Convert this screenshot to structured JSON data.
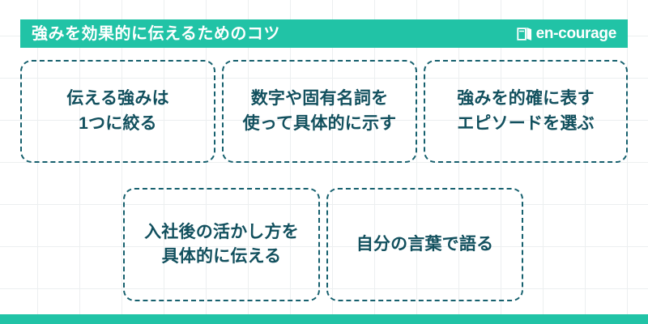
{
  "header": {
    "title": "強みを効果的に伝えるためのコツ",
    "brand_name": "en-courage",
    "brand_icon": "open-book-icon",
    "background_color": "#21c3a6",
    "text_color": "#ffffff"
  },
  "cards": [
    {
      "id": "card-1",
      "text": "伝える強みは\n1つに絞る"
    },
    {
      "id": "card-2",
      "text": "数字や固有名詞を\n使って具体的に示す"
    },
    {
      "id": "card-3",
      "text": "強みを的確に表す\nエピソードを選ぶ"
    },
    {
      "id": "card-4",
      "text": "入社後の活かし方を\n具体的に伝える"
    },
    {
      "id": "card-5",
      "text": "自分の言葉で語る"
    }
  ],
  "theme": {
    "accent_teal": "#21c3a6",
    "text_dark_teal": "#12505e",
    "card_border": "#16606e",
    "grid_line": "#eceff0",
    "page_background": "#ffffff"
  }
}
